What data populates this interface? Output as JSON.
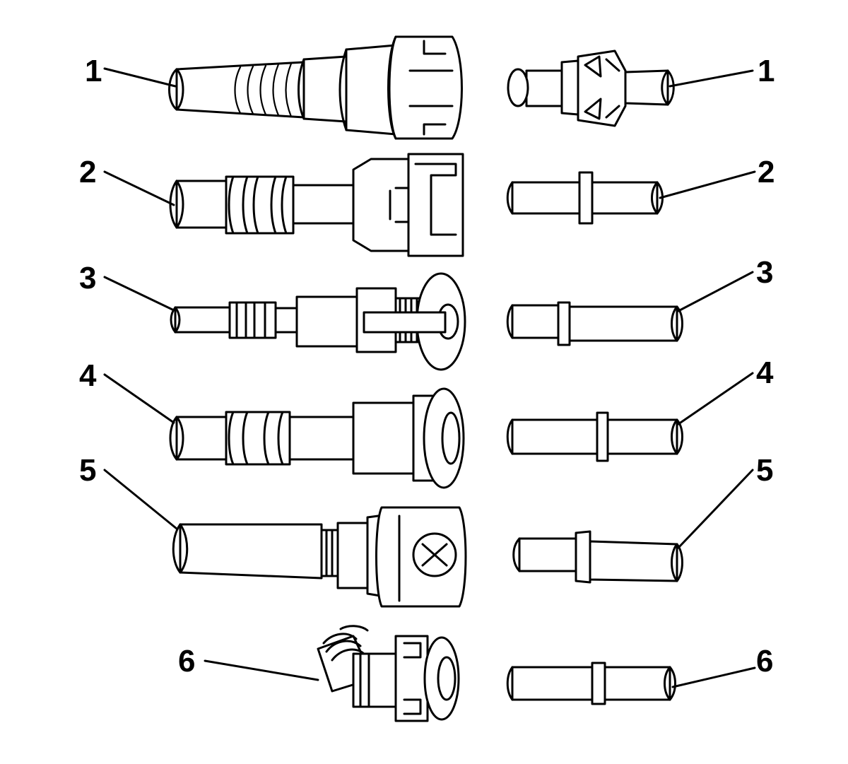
{
  "callouts": {
    "left": [
      "1",
      "2",
      "3",
      "4",
      "5",
      "6"
    ],
    "right": [
      "1",
      "2",
      "3",
      "4",
      "5",
      "6"
    ]
  }
}
